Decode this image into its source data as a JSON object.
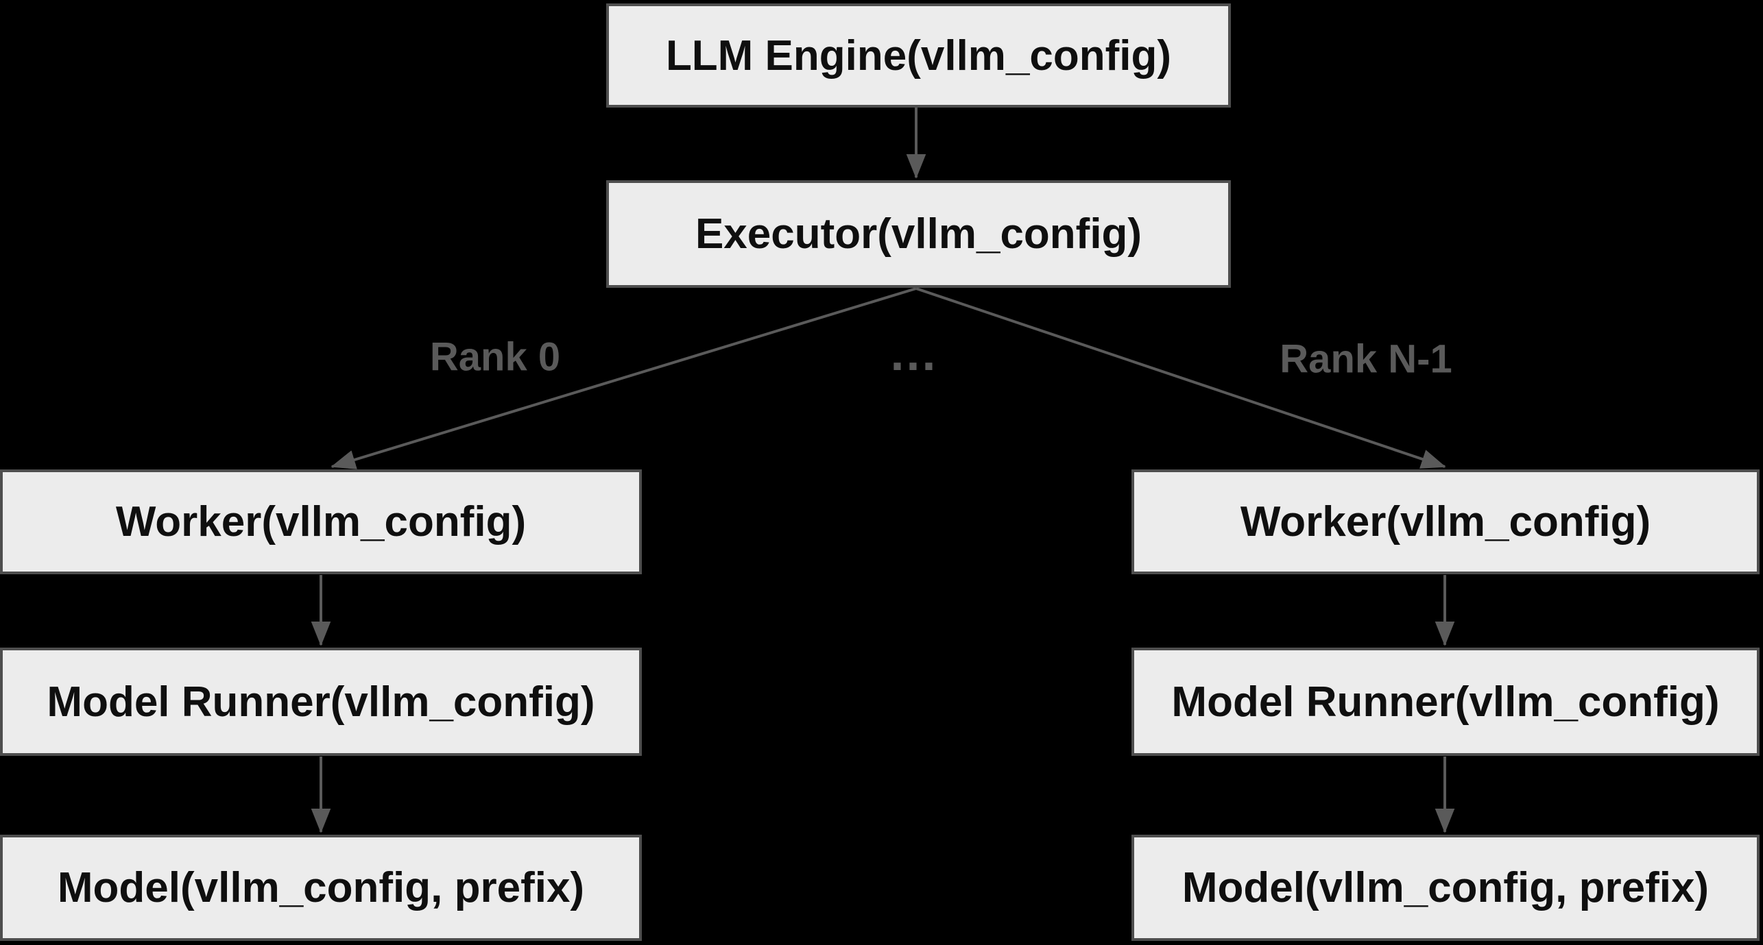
{
  "diagram": {
    "title": "vLLM engine / executor / worker hierarchy",
    "colors": {
      "background": "#000000",
      "box_fill": "#ececec",
      "box_border": "#4e4e4e",
      "box_text": "#0f0f0f",
      "line_color": "#5a5a5a"
    },
    "nodes": {
      "llm_engine": {
        "label": "LLM Engine(vllm_config)"
      },
      "executor": {
        "label": "Executor(vllm_config)"
      },
      "worker_left": {
        "label": "Worker(vllm_config)"
      },
      "worker_right": {
        "label": "Worker(vllm_config)"
      },
      "model_runner_left": {
        "label": "Model Runner(vllm_config)"
      },
      "model_runner_right": {
        "label": "Model Runner(vllm_config)"
      },
      "model_left": {
        "label": "Model(vllm_config, prefix)"
      },
      "model_right": {
        "label": "Model(vllm_config, prefix)"
      }
    },
    "edge_labels": {
      "rank_0": "Rank 0",
      "ellipsis": "...",
      "rank_n_1": "Rank N-1"
    },
    "edges": [
      {
        "from": "llm_engine",
        "to": "executor"
      },
      {
        "from": "executor",
        "to": "worker_left",
        "label": "Rank 0"
      },
      {
        "from": "executor",
        "to": "worker_right",
        "label": "Rank N-1"
      },
      {
        "from": "worker_left",
        "to": "model_runner_left"
      },
      {
        "from": "model_runner_left",
        "to": "model_left"
      },
      {
        "from": "worker_right",
        "to": "model_runner_right"
      },
      {
        "from": "model_runner_right",
        "to": "model_right"
      }
    ]
  }
}
